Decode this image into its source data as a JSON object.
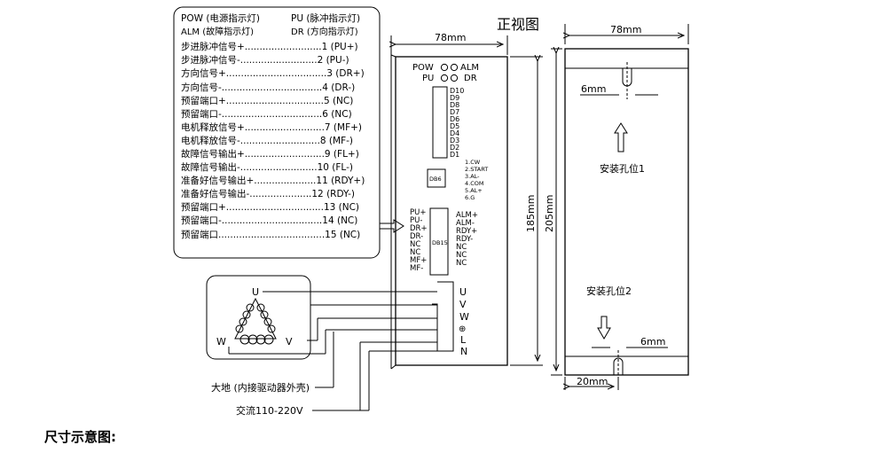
{
  "caption": "尺寸示意图:",
  "front_view_title": "正视图",
  "legend": {
    "header_left_1": "POW (电源指示灯)",
    "header_right_1": "PU  (脉冲指示灯)",
    "header_left_2": "ALM (故障指示灯)",
    "header_right_2": "DR  (方向指示灯)",
    "rows": [
      "步进脉冲信号+..........................1 (PU+)",
      "步进脉冲信号-..........................2 (PU-)",
      "方向信号+..................................3 (DR+)",
      "方向信号-..................................4 (DR-)",
      "预留端口+.................................5 (NC)",
      "预留端口-..................................6 (NC)",
      "电机释放信号+...........................7 (MF+)",
      "电机释放信号-...........................8 (MF-)",
      "故障信号输出+...........................9 (FL+)",
      "故障信号输出-..........................10 (FL-)",
      "准备好信号输出+.....................11 (RDY+)",
      "准备好信号输出-.....................12 (RDY-)",
      "预留端口+.................................13 (NC)",
      "预留端口-..................................14 (NC)",
      "预留端口....................................15 (NC)"
    ]
  },
  "front": {
    "width_dim": "78mm",
    "height_dim": "185mm",
    "pow": "POW",
    "alm": "ALM",
    "pu": "PU",
    "dr": "DR",
    "db10_pins": [
      "D10",
      "D9",
      "D8",
      "D7",
      "D6",
      "D5",
      "D4",
      "D3",
      "D2",
      "D1"
    ],
    "db6_label": "DB6",
    "db6_pins": [
      "1.CW",
      "2.START",
      "3.AL-",
      "4.COM",
      "5.AL+",
      "6.G"
    ],
    "db15_label": "DB15",
    "db15_left": [
      "PU+",
      "PU-",
      "DR+",
      "DR-",
      "NC",
      "NC",
      "MF+",
      "MF-"
    ],
    "db15_right": [
      "ALM+",
      "ALM-",
      "RDY+",
      "RDY-",
      "NC",
      "NC",
      "NC"
    ],
    "power_pins": [
      "U",
      "V",
      "W",
      "⊕",
      "L",
      "N"
    ]
  },
  "motor": {
    "u": "U",
    "v": "V",
    "w": "W"
  },
  "wiring": {
    "ground": "大地 (内接驱动器外壳)",
    "ac": "交流110-220V"
  },
  "side": {
    "width_dim": "78mm",
    "height_dim": "205mm",
    "hole1": "安装孔位1",
    "hole2": "安装孔位2",
    "six_top": "6mm",
    "six_bottom": "6mm",
    "twenty": "20mm"
  }
}
